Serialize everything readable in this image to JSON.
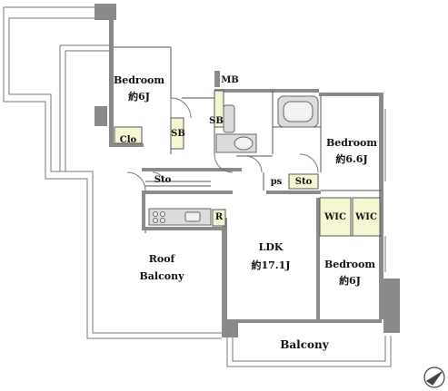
{
  "rooms": {
    "bedroom_nw": {
      "name": "Bedroom",
      "size": "約6J"
    },
    "bedroom_e": {
      "name": "Bedroom",
      "size": "約6.6J"
    },
    "bedroom_se": {
      "name": "Bedroom",
      "size": "約6J"
    },
    "ldk": {
      "name": "LDK",
      "size": "約17.1J"
    },
    "roof_balcony": {
      "line1": "Roof",
      "line2": "Balcony"
    },
    "balcony": {
      "name": "Balcony"
    }
  },
  "storage": {
    "mb": "MB",
    "sb_upper": "SB",
    "sb_lower": "SB",
    "clo": "Clo",
    "sto_left": "Sto",
    "ps": "ps",
    "sto_right": "Sto",
    "wic_left": "WIC",
    "wic_right": "WIC",
    "r": "R"
  },
  "colors": {
    "wall": "#8a8a8a",
    "line": "#555555",
    "storage_fill": "#f6f6d2",
    "fixture": "#dcdcdc"
  }
}
